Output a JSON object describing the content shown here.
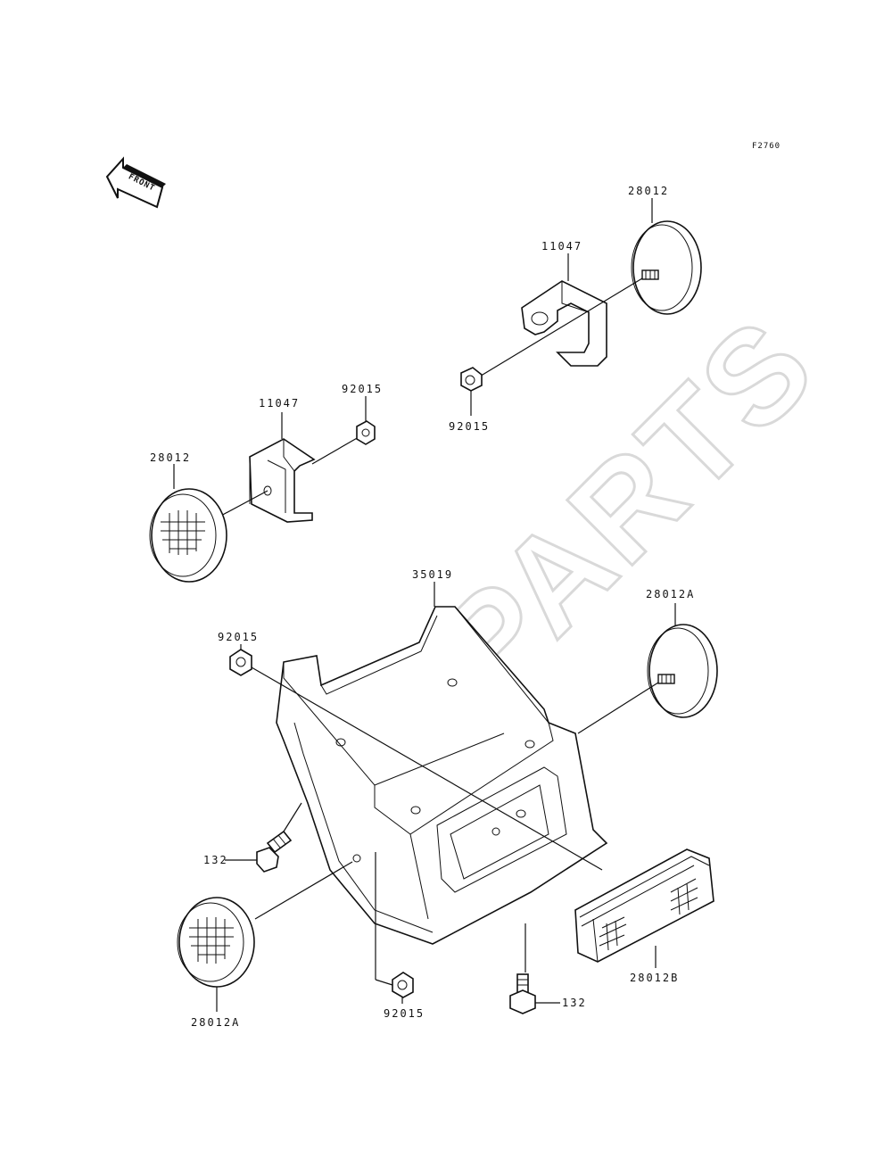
{
  "diagram": {
    "code": "F2760",
    "front_label": "FRONT",
    "watermark": "XPARTS",
    "parts": {
      "reflector_top_right": "28012",
      "bracket_top": "11047",
      "nut_top": "92015",
      "bracket_left": "11047",
      "nut_left": "92015",
      "reflector_left": "28012",
      "main_bracket": "35019",
      "reflector_right_a": "28012A",
      "nut_mid_left": "92015",
      "bolt_left": "132",
      "reflector_bottom_left_a": "28012A",
      "nut_bottom": "92015",
      "bolt_bottom": "132",
      "reflector_rect_b": "28012B"
    }
  }
}
